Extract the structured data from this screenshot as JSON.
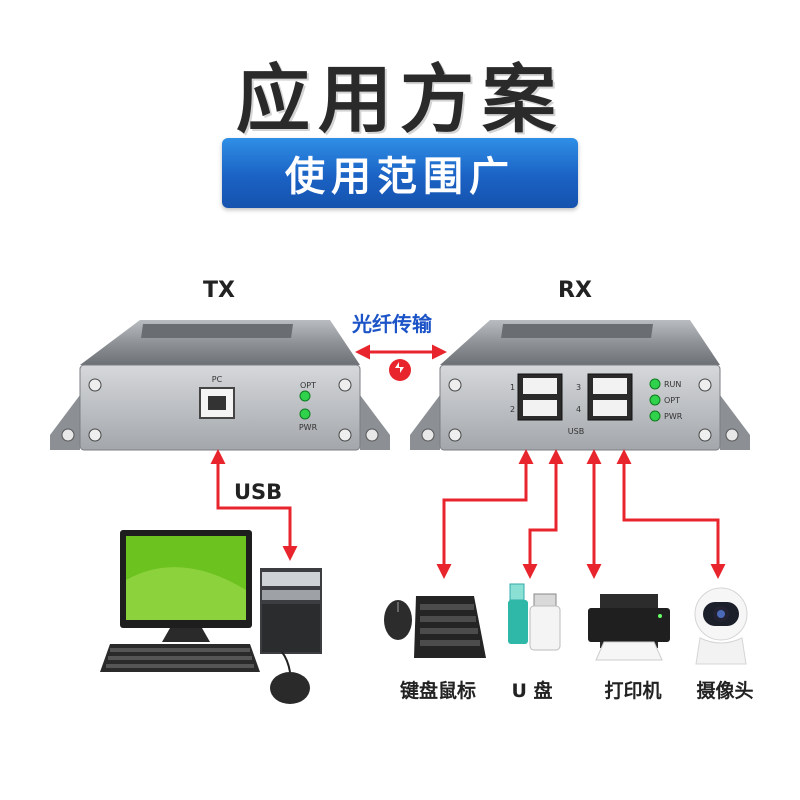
{
  "header": {
    "title": "应用方案",
    "subtitle": "使用范围广"
  },
  "devices": {
    "tx": {
      "label": "TX",
      "port_label": "PC",
      "leds": [
        "OPT",
        "PWR"
      ]
    },
    "rx": {
      "label": "RX",
      "port_numbers": [
        "1",
        "2",
        "3",
        "4"
      ],
      "usb_label": "USB",
      "leds": [
        "RUN",
        "OPT",
        "PWR"
      ]
    }
  },
  "link": {
    "fiber_label": "光纤传输",
    "usb_label": "USB"
  },
  "peripherals": [
    {
      "label": "键盘鼠标",
      "icon": "keyboard-mouse-icon"
    },
    {
      "label": "U 盘",
      "icon": "usb-drive-icon"
    },
    {
      "label": "打印机",
      "icon": "printer-icon"
    },
    {
      "label": "摄像头",
      "icon": "camera-icon"
    }
  ],
  "colors": {
    "arrow_red": "#e8242c",
    "banner_blue": "#1b62c4",
    "fiber_blue": "#1c54c8",
    "led_green": "#2fd24a"
  }
}
